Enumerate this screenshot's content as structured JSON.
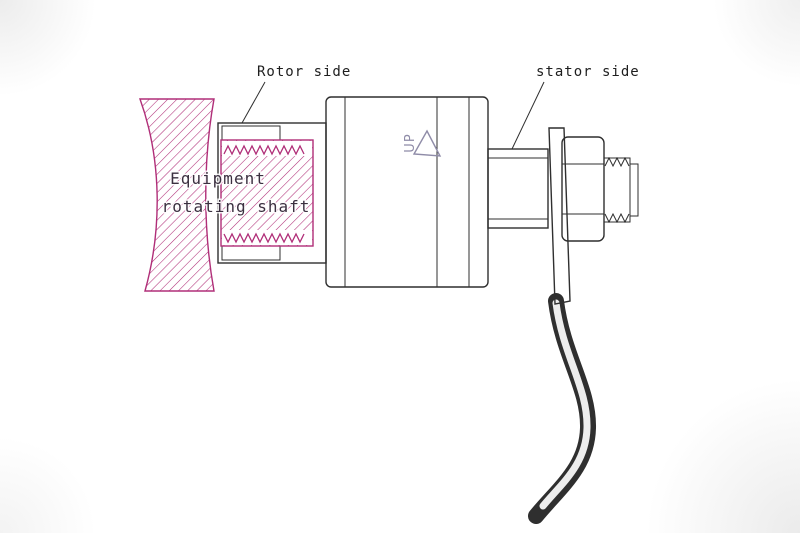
{
  "labels": {
    "rotor_side": "Rotor side",
    "stator_side": "stator side",
    "up_marking": "UP",
    "equipment_shaft_line1": "Equipment",
    "equipment_shaft_line2": "rotating shaft"
  },
  "colors": {
    "hatch": "#b02e78",
    "outline": "#2f2f2f",
    "up_text": "#8f8ca8",
    "label_text": "#1e1e1e",
    "equipment_text": "#3b3040"
  }
}
